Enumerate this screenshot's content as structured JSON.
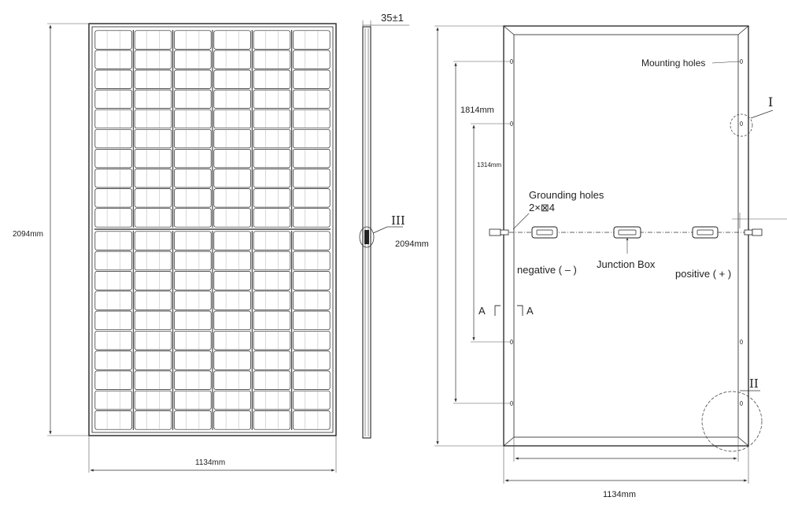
{
  "front_view": {
    "width_label": "1134mm",
    "height_label": "2094mm",
    "cell_columns": 6,
    "cell_rows_per_half": 10
  },
  "side_view": {
    "thickness_label": "35±1",
    "detail_callout": "III"
  },
  "back_view": {
    "width_label": "1134mm",
    "height_label": "2094mm",
    "mounting_pitch_label": "1814mm",
    "grounding_pitch_label": "1314mm",
    "mounting_holes_label": "Mounting holes",
    "grounding_holes_label": "Grounding holes",
    "grounding_holes_spec": "2×⊠4",
    "negative_label": "negative ( – )",
    "junction_box_label": "Junction Box",
    "positive_label": "positive ( + )",
    "section_left": "A",
    "section_right": "A",
    "detail_I": "I",
    "detail_II": "II"
  }
}
